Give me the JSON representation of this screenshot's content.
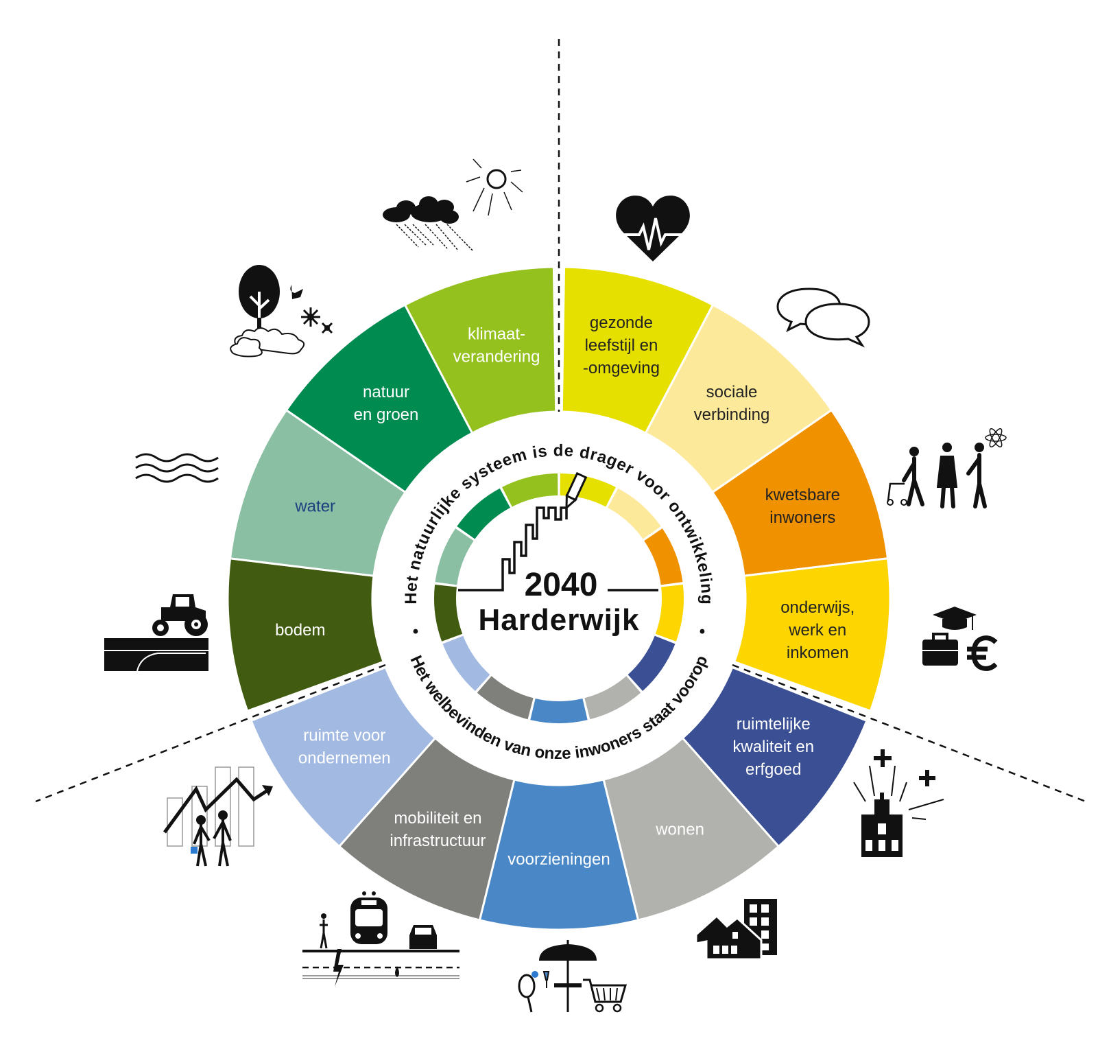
{
  "center": {
    "year": "2040",
    "name": "Harderwijk"
  },
  "arc_texts": {
    "top": "Het natuurlijke systeem is de drager voor ontwikkeling",
    "bottom": "Het welbevinden van onze inwoners staat voorop",
    "separator": "•"
  },
  "segments": [
    {
      "id": "gezonde-leefstijl",
      "lines": [
        "gezonde",
        "leefstijl en",
        "-omgeving"
      ],
      "color": "#e6e000",
      "text_color": "#222222",
      "icon": "heartbeat-icon"
    },
    {
      "id": "sociale-verbinding",
      "lines": [
        "sociale",
        "verbinding"
      ],
      "color": "#fde99a",
      "text_color": "#222222",
      "icon": "speech-bubbles-icon"
    },
    {
      "id": "kwetsbare-inwoners",
      "lines": [
        "kwetsbare",
        "inwoners"
      ],
      "color": "#f09100",
      "text_color": "#222222",
      "icon": "people-icon"
    },
    {
      "id": "onderwijs-werk-inkomen",
      "lines": [
        "onderwijs,",
        "werk en",
        "inkomen"
      ],
      "color": "#fdd500",
      "text_color": "#222222",
      "icon": "graduation-euro-icon"
    },
    {
      "id": "ruimtelijke-kwaliteit",
      "lines": [
        "ruimtelijke",
        "kwaliteit en",
        "erfgoed"
      ],
      "color": "#3b4f94",
      "text_color": "#ffffff",
      "icon": "heritage-building-icon"
    },
    {
      "id": "wonen",
      "lines": [
        "wonen"
      ],
      "color": "#b1b2ad",
      "text_color": "#ffffff",
      "icon": "houses-icon"
    },
    {
      "id": "voorzieningen",
      "lines": [
        "voorzieningen"
      ],
      "color": "#4a87c7",
      "text_color": "#ffffff",
      "icon": "facilities-icon"
    },
    {
      "id": "mobiliteit",
      "lines": [
        "mobiliteit en",
        "infrastructuur"
      ],
      "color": "#7f807b",
      "text_color": "#ffffff",
      "icon": "train-car-icon"
    },
    {
      "id": "ruimte-voor-ondernemen",
      "lines": [
        "ruimte voor",
        "ondernemen"
      ],
      "color": "#a2b9e2",
      "text_color": "#ffffff",
      "icon": "business-growth-icon"
    },
    {
      "id": "bodem",
      "lines": [
        "bodem"
      ],
      "color": "#415c10",
      "text_color": "#ffffff",
      "icon": "tractor-icon"
    },
    {
      "id": "water",
      "lines": [
        "water"
      ],
      "color": "#8abfa4",
      "text_color": "#1d3f7f",
      "icon": "waves-icon"
    },
    {
      "id": "natuur-en-groen",
      "lines": [
        "natuur",
        "en groen"
      ],
      "color": "#008b51",
      "text_color": "#ffffff",
      "icon": "tree-icon"
    },
    {
      "id": "klimaatverandering",
      "lines": [
        "klimaat-",
        "verandering"
      ],
      "color": "#95c11f",
      "text_color": "#ffffff",
      "icon": "weather-icon"
    }
  ]
}
